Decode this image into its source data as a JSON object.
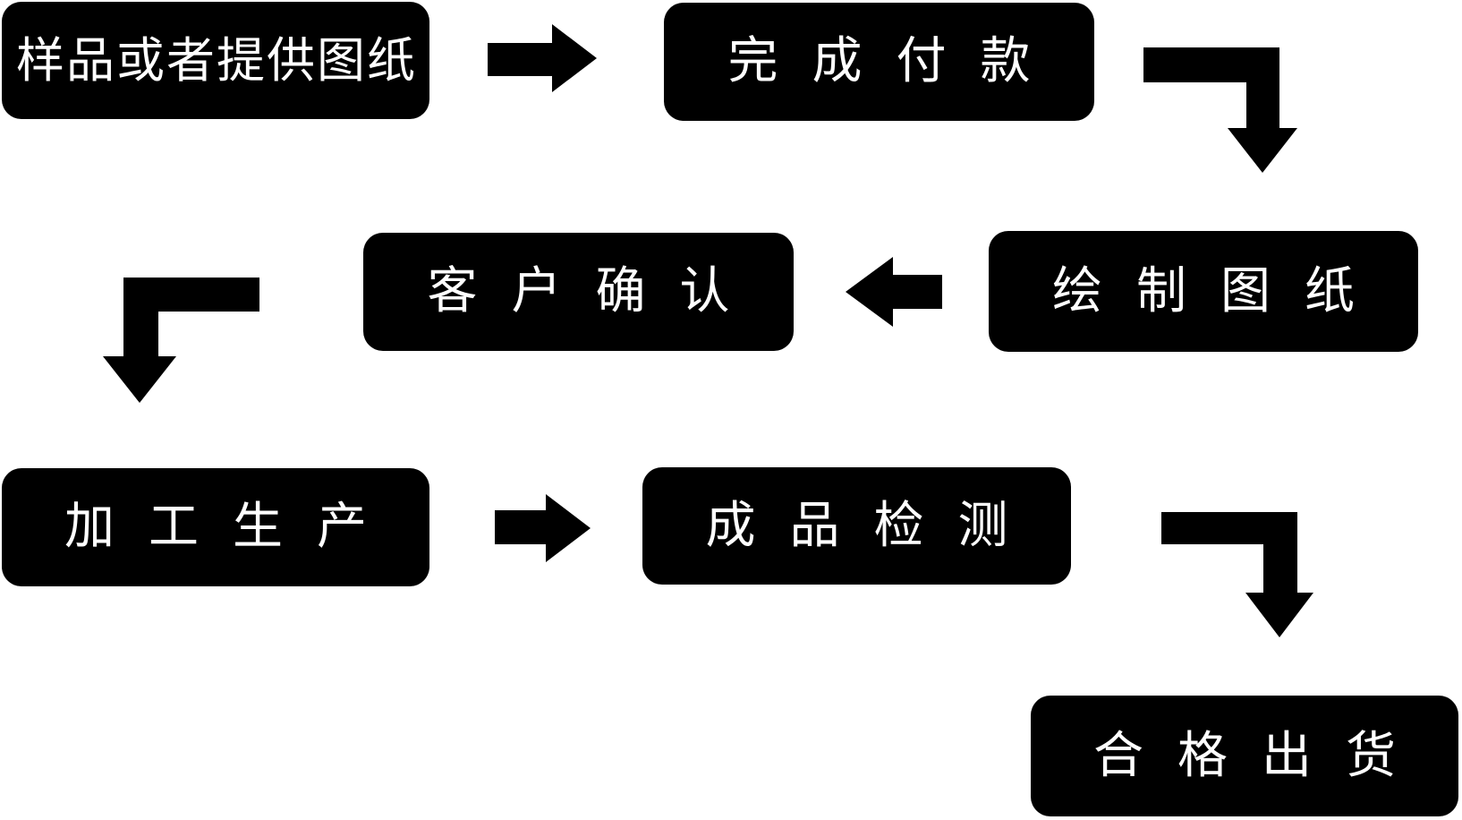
{
  "diagram": {
    "type": "flowchart",
    "background_color": "#ffffff",
    "node_fill_color": "#000000",
    "node_text_color": "#ffffff",
    "arrow_color": "#000000",
    "nodes": [
      {
        "id": "step-1",
        "label": "样品或者提供图纸"
      },
      {
        "id": "step-2",
        "label": "完成付款"
      },
      {
        "id": "step-3",
        "label": "绘制图纸"
      },
      {
        "id": "step-4",
        "label": "客户确认"
      },
      {
        "id": "step-5",
        "label": "加工生产"
      },
      {
        "id": "step-6",
        "label": "成品检测"
      },
      {
        "id": "step-7",
        "label": "合格出货"
      }
    ],
    "connections": [
      {
        "from": "样品或者提供图纸",
        "to": "完成付款",
        "arrow": "right"
      },
      {
        "from": "完成付款",
        "to": "绘制图纸",
        "arrow": "elbow-right-down"
      },
      {
        "from": "绘制图纸",
        "to": "客户确认",
        "arrow": "left"
      },
      {
        "from": "客户确认",
        "to": "加工生产",
        "arrow": "elbow-left-down"
      },
      {
        "from": "加工生产",
        "to": "成品检测",
        "arrow": "right"
      },
      {
        "from": "成品检测",
        "to": "合格出货",
        "arrow": "elbow-right-down"
      }
    ]
  }
}
